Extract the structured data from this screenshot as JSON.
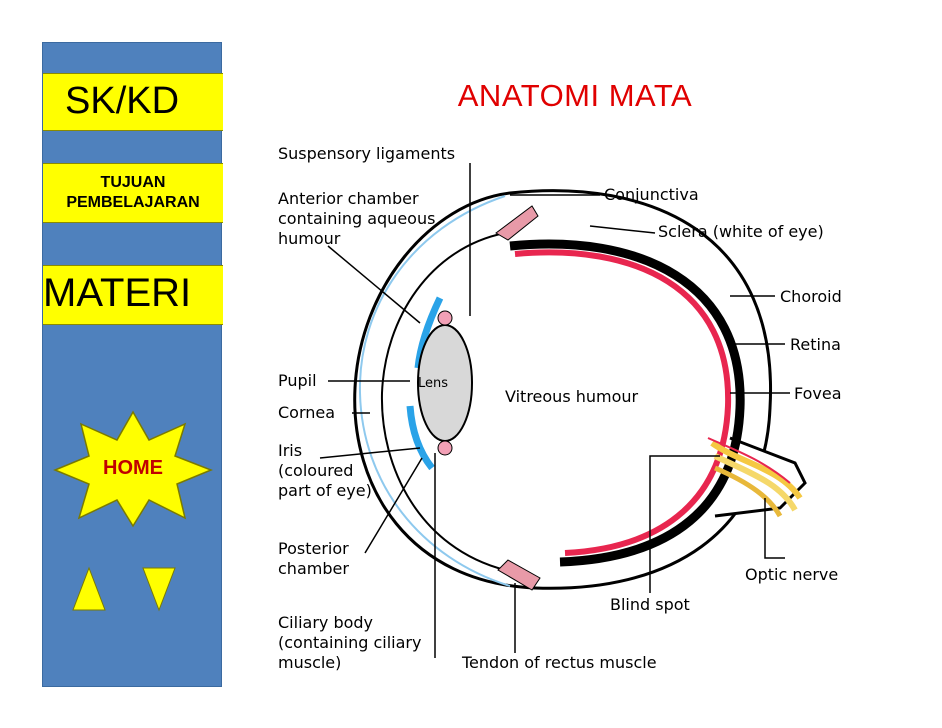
{
  "title": "ANATOMI MATA",
  "sidebar": {
    "sk_kd": "SK/KD",
    "tujuan_line1": "TUJUAN",
    "tujuan_line2": "PEMBELAJARAN",
    "materi": "MATERI",
    "home": "HOME"
  },
  "diagram": {
    "labels": {
      "suspensory": "Suspensory ligaments",
      "anterior1": "Anterior chamber",
      "anterior2": "containing aqueous",
      "anterior3": "humour",
      "pupil": "Pupil",
      "cornea": "Cornea",
      "iris1": "Iris",
      "iris2": "(coloured",
      "iris3": "part of eye)",
      "posterior1": "Posterior",
      "posterior2": "chamber",
      "ciliary1": "Ciliary body",
      "ciliary2": "(containing ciliary",
      "ciliary3": "muscle)",
      "lens": "Lens",
      "vitreous": "Vitreous humour",
      "conjunctiva": "Conjunctiva",
      "sclera": "Sclera (white of eye)",
      "choroid": "Choroid",
      "retina": "Retina",
      "fovea": "Fovea",
      "optic": "Optic nerve",
      "blind": "Blind spot",
      "tendon": "Tendon of rectus muscle"
    }
  },
  "colors": {
    "sidebar": "#4f81bd",
    "nav_box": "#ffff00",
    "title": "#e00000",
    "home_text": "#c00000",
    "retina": "#e8264f",
    "iris": "#2aa3e8"
  }
}
